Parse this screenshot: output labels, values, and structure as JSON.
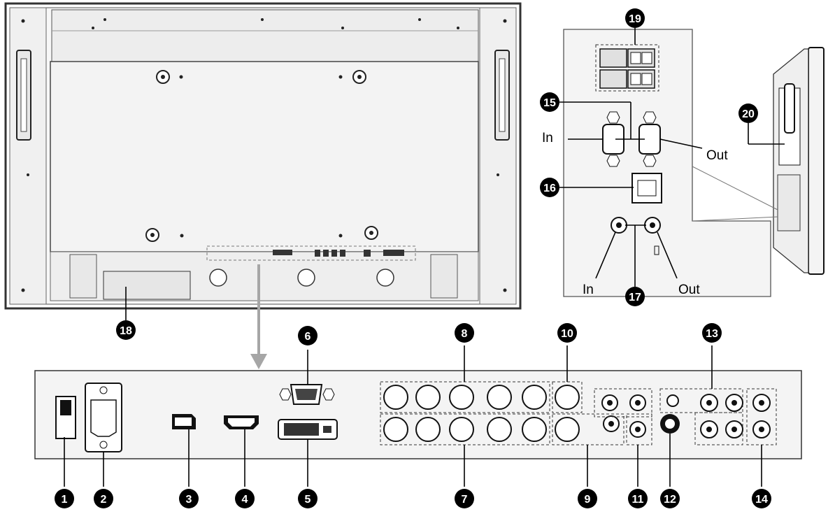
{
  "colors": {
    "marker_fill": "#000000",
    "marker_text": "#ffffff",
    "panel_fill": "#f4f4f4",
    "panel_outline": "#555555",
    "arrow": "#a6a6a6"
  },
  "markers": {
    "m1": "1",
    "m2": "2",
    "m3": "3",
    "m4": "4",
    "m5": "5",
    "m6": "6",
    "m7": "7",
    "m8": "8",
    "m9": "9",
    "m10": "10",
    "m11": "11",
    "m12": "12",
    "m13": "13",
    "m14": "14",
    "m15": "15",
    "m16": "16",
    "m17": "17",
    "m18": "18",
    "m19": "19",
    "m20": "20"
  },
  "labels": {
    "rs232_in": "In",
    "rs232_out": "Out",
    "ir_in": "In",
    "ir_out": "Out"
  }
}
